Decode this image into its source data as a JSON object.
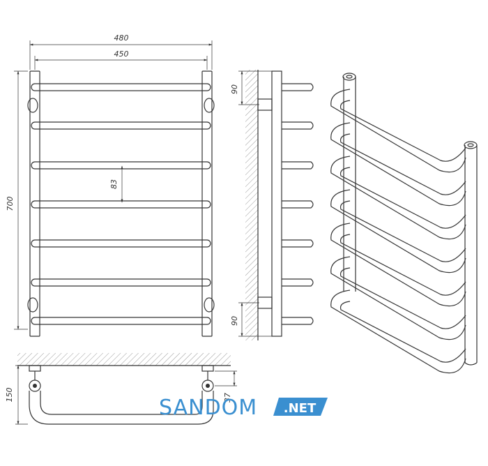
{
  "dimensions": {
    "overall_width": "480",
    "inner_width": "450",
    "height": "700",
    "bar_pitch": "83",
    "top_offset": "90",
    "bottom_offset": "90",
    "depth": "150",
    "bracket_offset": "37"
  },
  "watermark": {
    "name": "SANDOM",
    "suffix": ".NET",
    "colors": {
      "name": "#3a8fd0",
      "badge": "#3a8fd0",
      "badge_text": "#ffffff"
    }
  },
  "colors": {
    "line": "#333333",
    "hatch": "#888888"
  }
}
